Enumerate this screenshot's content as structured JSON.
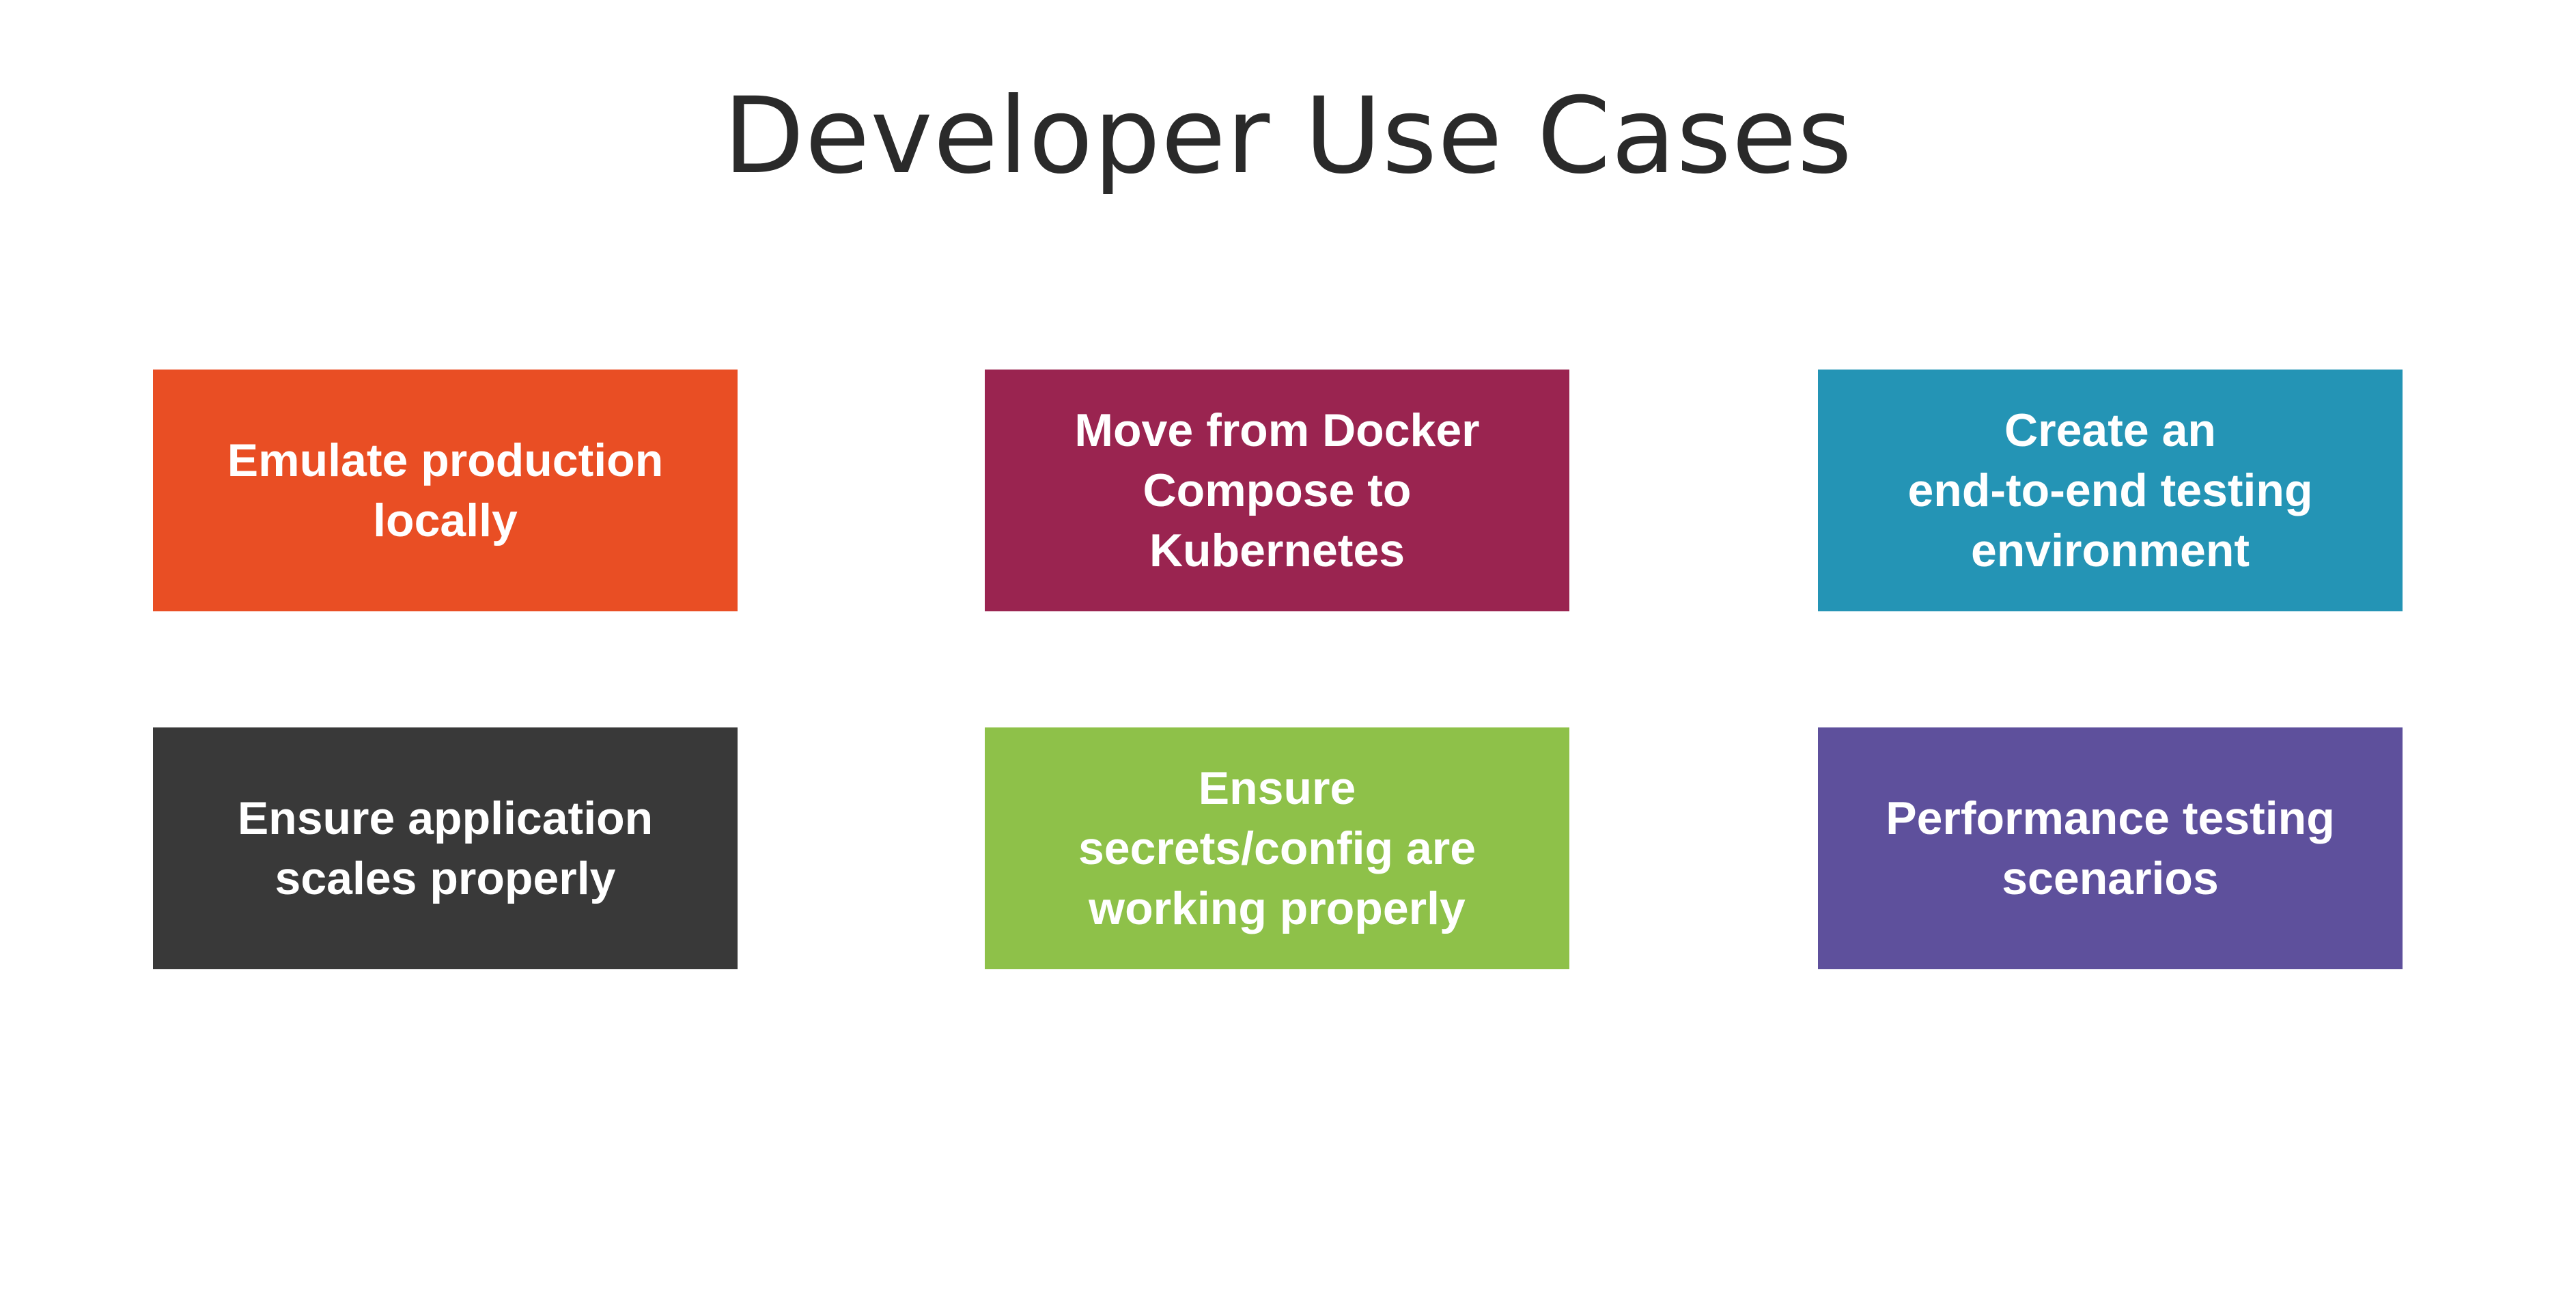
{
  "title": "Developer Use Cases",
  "cards": [
    {
      "label": "Emulate production\nlocally",
      "color": "#E94E24"
    },
    {
      "label": "Move from Docker\nCompose to\nKubernetes",
      "color": "#9A2450"
    },
    {
      "label": "Create an\nend-to-end testing\nenvironment",
      "color": "#2494B5"
    },
    {
      "label": "Ensure application\nscales properly",
      "color": "#393939"
    },
    {
      "label": "Ensure\nsecrets/config are\nworking properly",
      "color": "#8EC149"
    },
    {
      "label": "Performance testing\nscenarios",
      "color": "#5E509C"
    }
  ]
}
